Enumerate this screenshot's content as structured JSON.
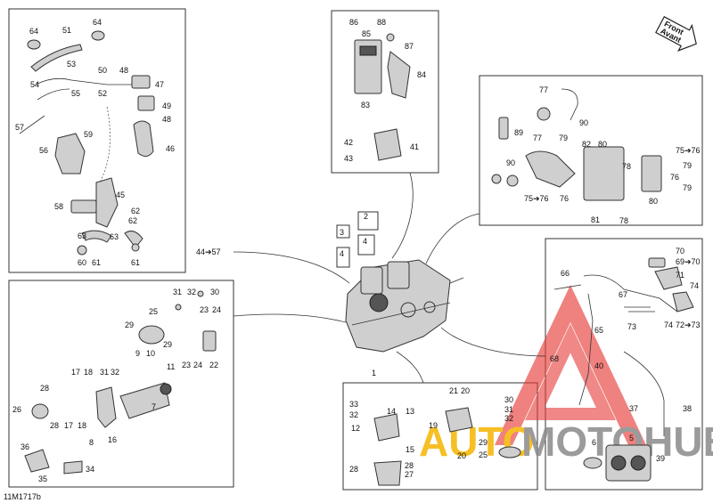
{
  "figure_code": "11M1717b",
  "front_indicator": {
    "line1": "Front",
    "line2": "Avant"
  },
  "watermark": {
    "left": "AUTO",
    "right": "MOTOHUB",
    "color_orange": "#f5b400",
    "color_gray": "#8a8a8a",
    "color_red": "#e53935"
  },
  "labels": {
    "tl": [
      "64",
      "64",
      "51",
      "53",
      "50",
      "48",
      "47",
      "54",
      "55",
      "52",
      "49",
      "48",
      "57",
      "59",
      "56",
      "46",
      "58",
      "45",
      "62",
      "63",
      "63",
      "62",
      "60",
      "61"
    ],
    "tr_top": [
      "86",
      "85",
      "88",
      "87",
      "84",
      "83",
      "42",
      "41",
      "43"
    ],
    "tr_right": [
      "77",
      "90",
      "89",
      "77",
      "79",
      "82",
      "80",
      "75➔76",
      "90",
      "78",
      "79",
      "76",
      "79",
      "75➔76",
      "76",
      "81",
      "78",
      "80"
    ],
    "center": [
      "2",
      "3",
      "4",
      "4",
      "1",
      "44➔57"
    ],
    "left": [
      "31",
      "32",
      "30",
      "25",
      "23",
      "24",
      "29",
      "29",
      "9",
      "10",
      "23",
      "24",
      "22",
      "17",
      "18",
      "31",
      "32",
      "11",
      "28",
      "26",
      "7",
      "28",
      "17",
      "18",
      "8",
      "16",
      "36",
      "34",
      "35"
    ],
    "bottom_center": [
      "21",
      "20",
      "33",
      "30",
      "32",
      "14",
      "13",
      "31",
      "32",
      "12",
      "19",
      "15",
      "29",
      "20",
      "25",
      "28",
      "27",
      "28"
    ],
    "right": [
      "70",
      "69➔70",
      "71",
      "74",
      "66",
      "67",
      "73",
      "74",
      "72➔73",
      "65",
      "68",
      "40",
      "37",
      "38",
      "6",
      "5",
      "39"
    ]
  }
}
